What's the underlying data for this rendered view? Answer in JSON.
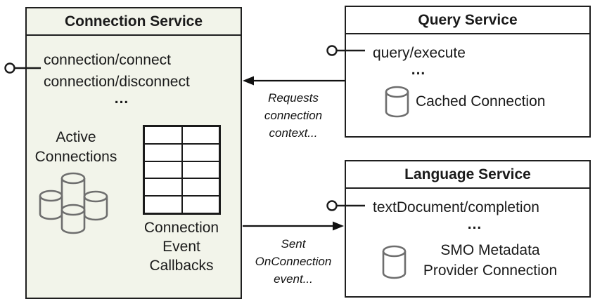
{
  "connection_service": {
    "title": "Connection Service",
    "methods": [
      "connection/connect",
      "connection/disconnect"
    ],
    "ellipsis": "...",
    "active_connections_label": "Active\nConnections",
    "callbacks_label": "Connection\nEvent\nCallbacks"
  },
  "query_service": {
    "title": "Query Service",
    "methods": [
      "query/execute"
    ],
    "ellipsis": "...",
    "cached_connection_label": "Cached Connection"
  },
  "language_service": {
    "title": "Language Service",
    "methods": [
      "textDocument/completion"
    ],
    "ellipsis": "...",
    "smo_label": "SMO Metadata\nProvider Connection"
  },
  "annotations": {
    "requests_label": "Requests\nconnection\ncontext...",
    "sent_label": "Sent\nOnConnection\nevent..."
  },
  "icons": {
    "database_cylinder": "database-cylinder-icon",
    "interface_lollipop": "interface-lollipop-icon",
    "callback_grid": "callback-table-grid"
  },
  "colors": {
    "connection_box_fill": "#f2f4ea",
    "service_box_fill": "#ffffff",
    "border": "#1f1f1f",
    "cylinder_stroke": "#6e6e6e",
    "text": "#1a1a1a"
  }
}
